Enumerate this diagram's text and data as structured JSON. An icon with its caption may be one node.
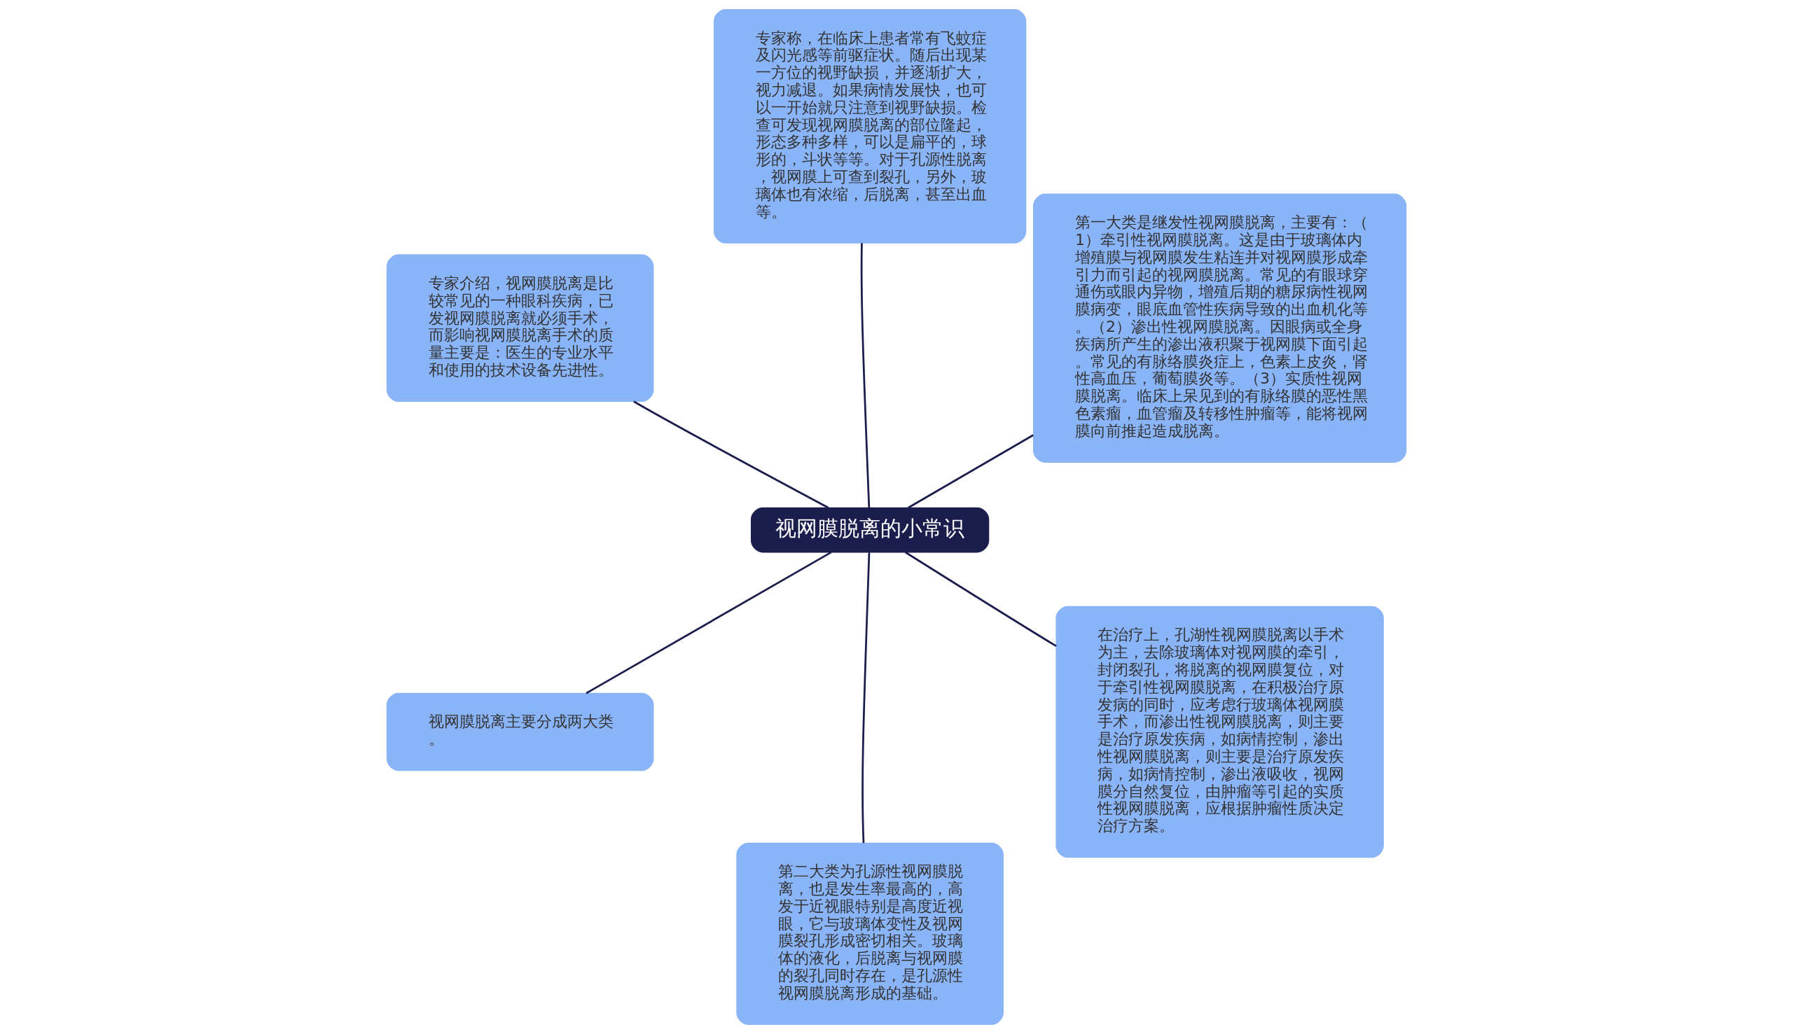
{
  "diagram": {
    "nodes": [
      {
        "text": [
          "视网膜脱离的小常识"
        ]
      },
      {
        "text": [
          "第一大类是继发性视网膜脱离，主要有：（1）牵引性视网膜脱离。这是由于玻璃体内增殖膜与视网膜发生粘连并对视网膜形成牵引力而引起的视网膜脱离。常见的有眼球穿通伤或眼内异物，增殖后期的糖尿病性视网膜病变，眼底血管性疾病导致的出血机化等。（2）渗出性视网膜脱离。因眼病或全身疾病所产生的渗出液积聚于视网膜下面引起。常见的有脉络膜炎症上，色素上皮炎，肾性高血压，葡萄膜炎等。（3）实质性视网膜脱离。临床上呆见到的有脉络膜的恶性黑色素瘤，血管瘤及转移性肿瘤等，能将视网膜向前推起造成脱离。"
        ]
      },
      {
        "text": [
          "专家称，在临床上患者常有飞蚊症及闪光感等前驱症状。随后出现某一方位的视野缺损，并逐渐扩大，视力减退。如果病情发展快，也可以一开始就只注意到视野缺损。检查可发现视网膜脱离的部位隆起，形态多种多样，可以是扁平的，球形的，斗状等等。对于孔源性脱离，视网膜上可查到裂孔，另外，玻璃体也有浓缩，后脱离，甚至出血等。"
        ]
      },
      {
        "text": [
          "专家介绍，视网膜脱离是比较常见的一种眼科疾病，已发视网膜脱离就必须手术，而影响视网膜脱离手术的质量主要是：医生的专业水平和使用的技术设备先进性。"
        ]
      },
      {
        "text": [
          "视网膜脱离主要分成两大类。"
        ]
      },
      {
        "text": [
          "第二大类为孔源性视网膜脱离，也是发生率最高的，高发于近视眼特别是高度近视眼，它与玻璃体变性及视网膜裂孔形成密切相关。玻璃体的液化，后脱离与视网膜的裂孔同时存在，是孔源性视网膜脱离形成的基础。"
        ]
      },
      {
        "text": [
          "在治疗上，孔湖性视网膜脱离以手术为主，去除玻璃体对视网膜的牵引，封闭裂孔，将脱离的视网膜复位，对于牵引性视网膜脱离，在积极治疗原发病的同时，应考虑行玻璃体视网膜手术，而渗出性视网膜脱离，则主要是治疗原发疾病，如病情控制，渗出性视网膜脱离，则主要是治疗原发疾病，如病情控制，渗出液吸收，视网膜分自然复位，由肿瘤等引起的实质性视网膜脱离，应根据肿瘤性质决定治疗方案。"
        ]
      }
    ],
    "edges": [
      {
        "from": 0,
        "to": 4,
        "arrow": "none"
      },
      {
        "from": 0,
        "to": 5,
        "arrow": "none"
      },
      {
        "from": 0,
        "to": 6,
        "arrow": "none"
      },
      {
        "from": 0,
        "to": 3,
        "arrow": "none"
      },
      {
        "from": 0,
        "to": 2,
        "arrow": "none"
      },
      {
        "from": 0,
        "to": 1,
        "arrow": "none"
      }
    ]
  }
}
